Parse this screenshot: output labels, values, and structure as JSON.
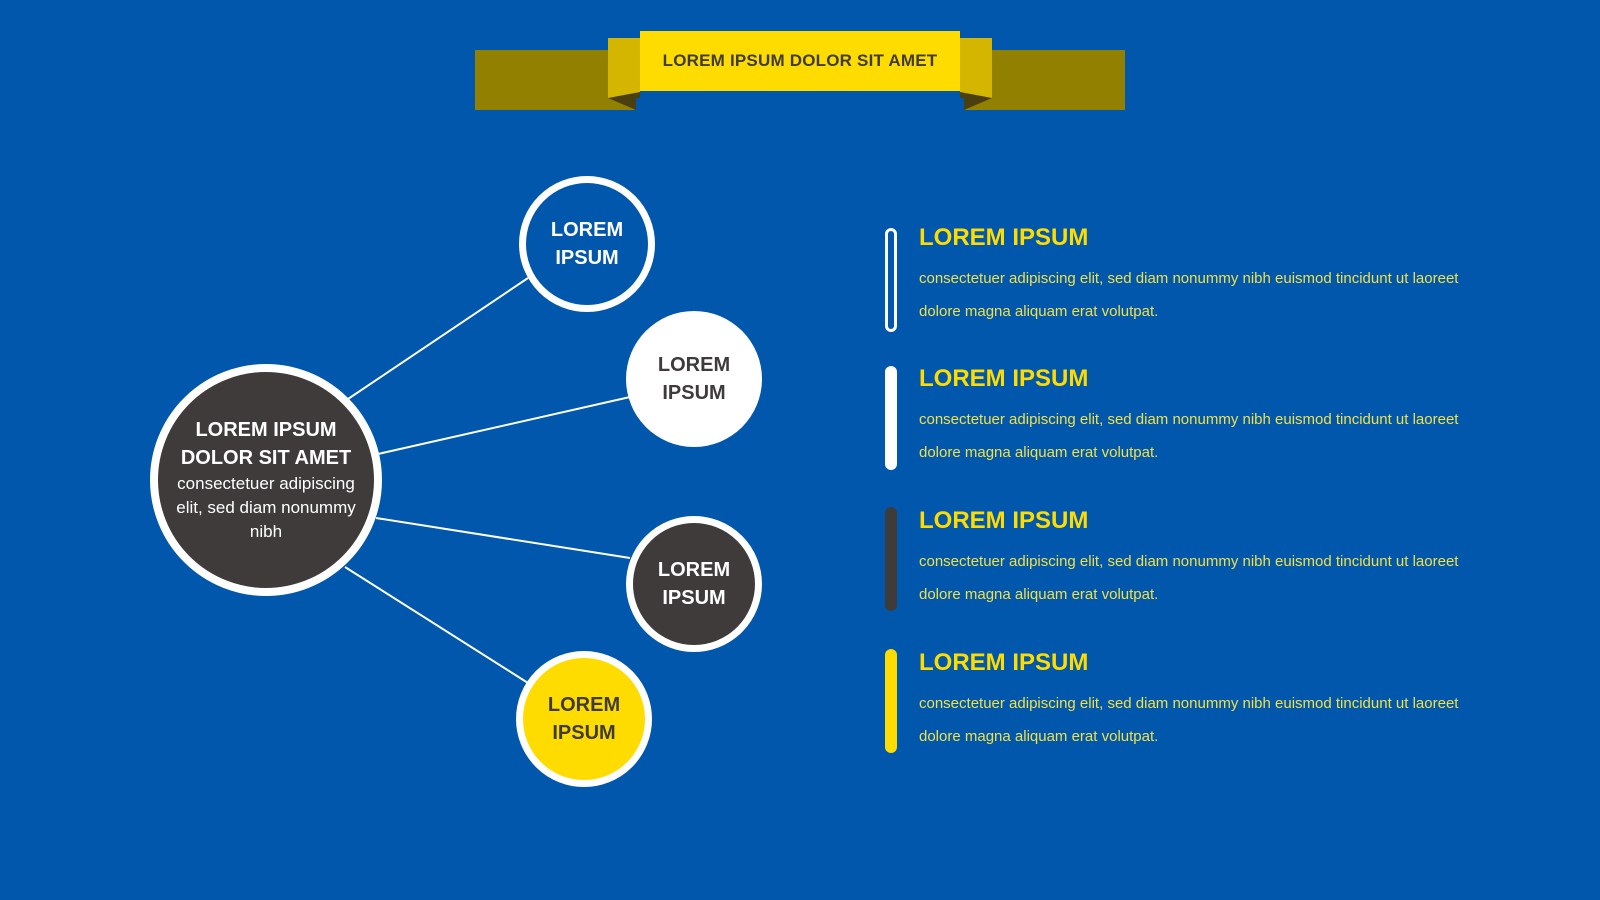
{
  "colors": {
    "background": "#0057ab",
    "yellow": "#ffdc00",
    "banner_dark": "#928000",
    "banner_mid": "#d4b600",
    "dark_gray": "#3f3b3b",
    "white": "#ffffff",
    "item_text": "#f0e04a"
  },
  "banner": {
    "title": "LOREM IPSUM DOLOR SIT AMET"
  },
  "diagram": {
    "center": {
      "title": "LOREM IPSUM DOLOR SIT AMET",
      "description": "consectetuer adipiscing elit, sed diam nonummy nibh"
    },
    "nodes": [
      {
        "label": "LOREM IPSUM",
        "style": "blue"
      },
      {
        "label": "LOREM IPSUM",
        "style": "white"
      },
      {
        "label": "LOREM IPSUM",
        "style": "dark"
      },
      {
        "label": "LOREM IPSUM",
        "style": "yellow"
      }
    ]
  },
  "list": [
    {
      "title": "LOREM IPSUM",
      "text": "consectetuer adipiscing elit, sed diam nonummy nibh euismod tincidunt ut laoreet dolore magna aliquam erat volutpat.",
      "bar": "outline-white"
    },
    {
      "title": "LOREM IPSUM",
      "text": "consectetuer adipiscing elit, sed diam nonummy nibh euismod tincidunt ut laoreet dolore magna aliquam erat volutpat.",
      "bar": "white"
    },
    {
      "title": "LOREM IPSUM",
      "text": "consectetuer adipiscing elit, sed diam nonummy nibh euismod tincidunt ut laoreet dolore magna aliquam erat volutpat.",
      "bar": "dark"
    },
    {
      "title": "LOREM IPSUM",
      "text": "consectetuer adipiscing elit, sed diam nonummy nibh euismod tincidunt ut laoreet dolore magna aliquam erat volutpat.",
      "bar": "yellow"
    }
  ]
}
